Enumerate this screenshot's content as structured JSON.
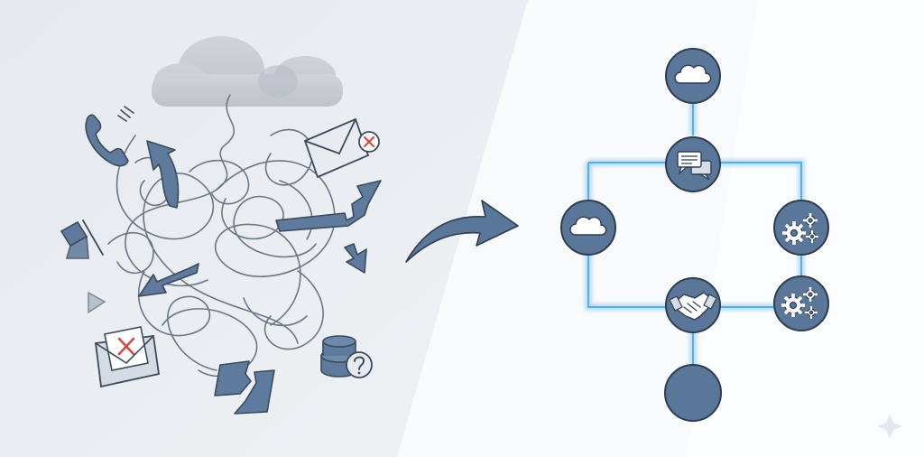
{
  "colors": {
    "left_panel_bg": "#e9edf1",
    "right_panel_bg": "#f8fafc",
    "icon_fill": "#5e7a9c",
    "icon_stroke": "#3b4a5c",
    "tangle_stroke": "#6b7785",
    "cloud_gray": "#c9cdd2",
    "error_red": "#d24a48",
    "node_fill": "#5a7698",
    "node_stroke": "#2f3d4f",
    "connector_blue": "#9cd0f2",
    "arrow_fill": "#5a7698"
  },
  "left_panel": {
    "chaos_icons": [
      "storm-cloud-icon",
      "phone-icon",
      "mail-error-icon",
      "bent-arrow-icon",
      "jagged-arrow-icon",
      "down-arrow-icon",
      "left-arrow-icon",
      "pencil-icon",
      "play-triangle-icon",
      "rejected-letter-icon",
      "broken-card-icon",
      "coin-stack-question-icon"
    ]
  },
  "transition_arrow": {
    "icon": "curved-arrow-right-icon"
  },
  "right_panel": {
    "nodes": [
      {
        "id": "top",
        "icon": "cloud-icon"
      },
      {
        "id": "hub",
        "icon": "chat-bubbles-icon"
      },
      {
        "id": "left",
        "icon": "cloud-icon"
      },
      {
        "id": "right-upper",
        "icon": "gears-icon"
      },
      {
        "id": "center-lower",
        "icon": "handshake-icon"
      },
      {
        "id": "right-lower",
        "icon": "gears-icon"
      },
      {
        "id": "bottom",
        "icon": "blank-node-icon"
      }
    ]
  }
}
